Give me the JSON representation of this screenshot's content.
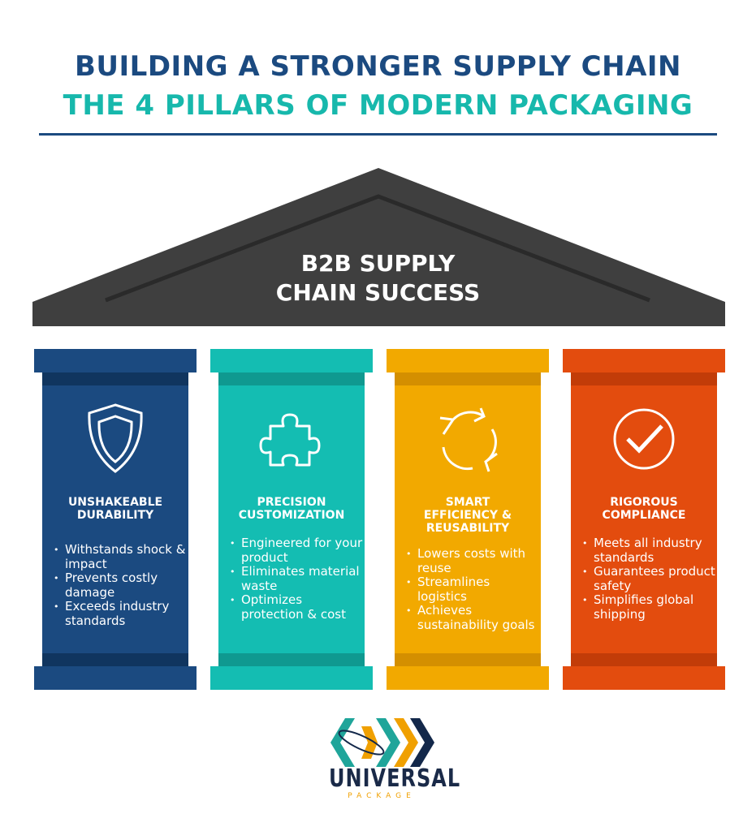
{
  "title_line1": "BUILDING A STRONGER SUPPLY CHAIN",
  "title_line2": "THE 4 PILLARS OF MODERN PACKAGING",
  "roof": {
    "line1": "B2B SUPPLY",
    "line2": "CHAIN SUCCESS"
  },
  "pillars": [
    {
      "icon": "shield-icon",
      "title": "UNSHAKEABLE DURABILITY",
      "color": "#1b4a80",
      "bullets": [
        "Withstands shock & impact",
        "Prevents costly damage",
        "Exceeds industry standards"
      ]
    },
    {
      "icon": "puzzle-icon",
      "title": "PRECISION CUSTOMIZATION",
      "color": "#14bdb2",
      "bullets": [
        "Engineered for your product",
        "Eliminates material waste",
        "Optimizes protection & cost"
      ]
    },
    {
      "icon": "recycle-arrows-icon",
      "title": "SMART EFFICIENCY & REUSABILITY",
      "color": "#f2a900",
      "bullets": [
        "Lowers costs with reuse",
        "Streamlines logistics",
        "Achieves sustainability goals"
      ]
    },
    {
      "icon": "checkmark-circle-icon",
      "title": "RIGOROUS COMPLIANCE",
      "color": "#e34c0e",
      "bullets": [
        "Meets all industry standards",
        "Guarantees product safety",
        "Simplifies global shipping"
      ]
    }
  ],
  "logo": {
    "name": "UNIVERSAL",
    "sub": "PACKAGE"
  }
}
